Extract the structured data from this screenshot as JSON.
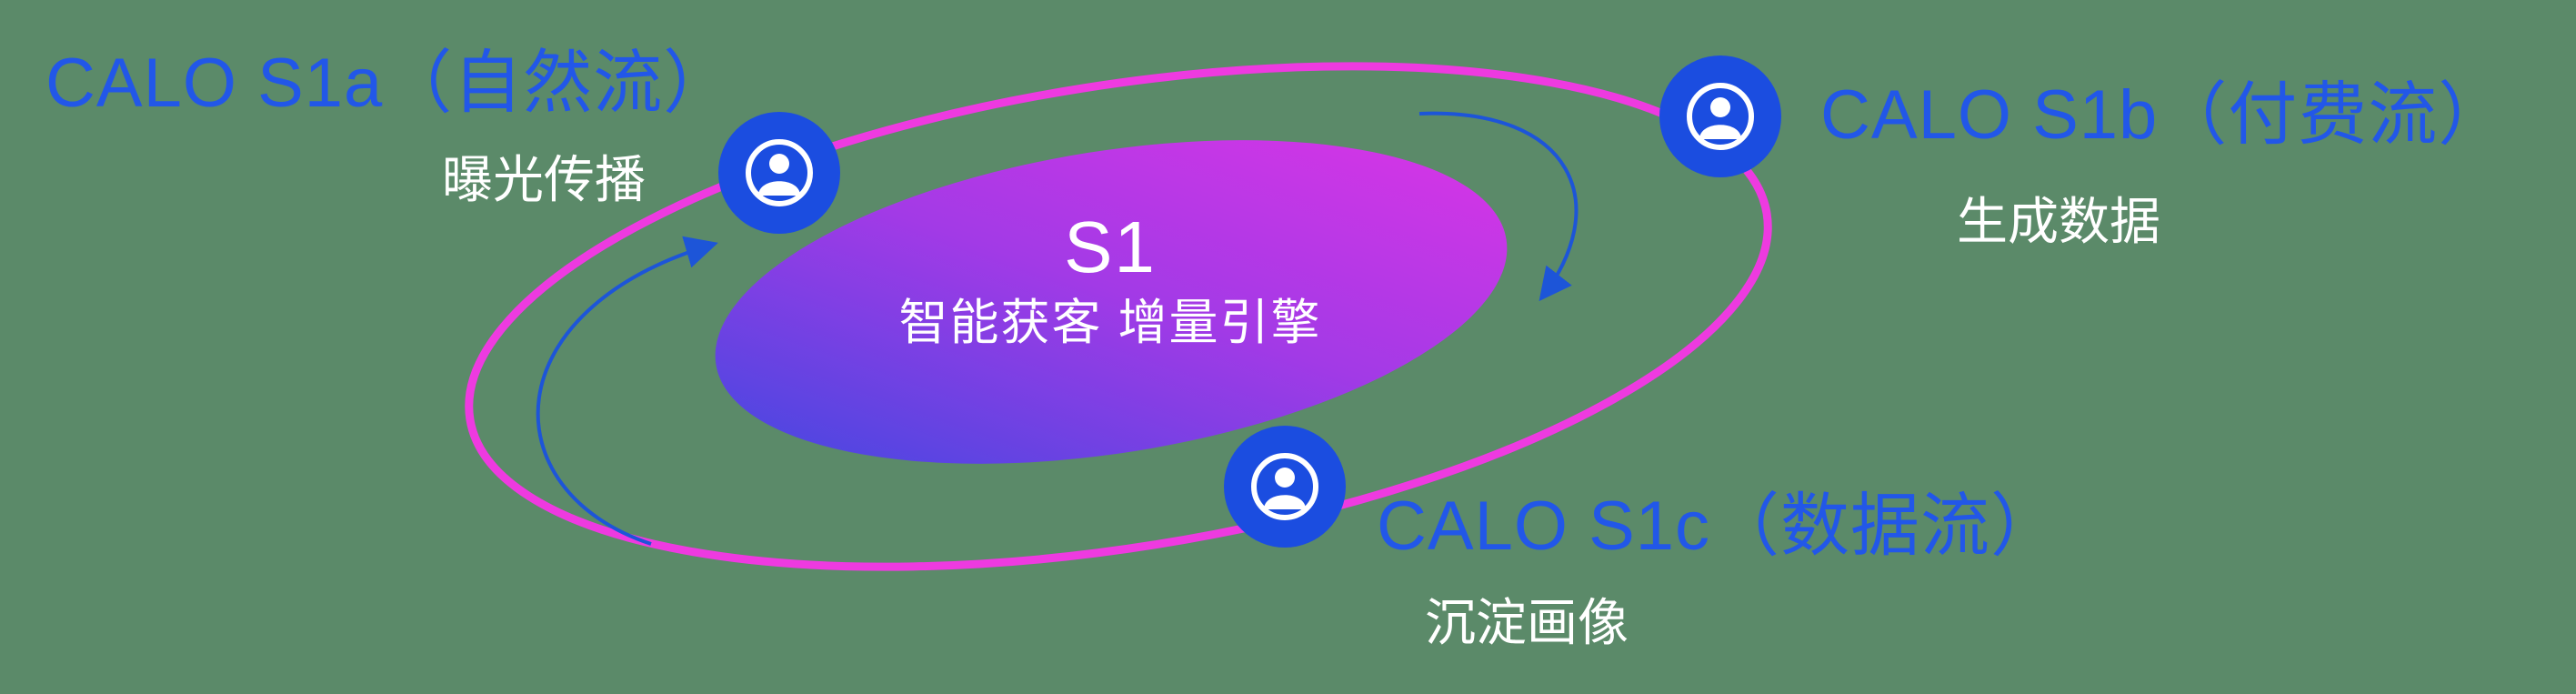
{
  "diagram": {
    "center": {
      "title": "S1",
      "subtitle": "智能获客  增量引擎"
    },
    "nodes": [
      {
        "title": "CALO S1a（自然流）",
        "subtitle": "曝光传播",
        "icon": "user-icon"
      },
      {
        "title": "CALO S1b（付费流）",
        "subtitle": "生成数据",
        "icon": "user-icon"
      },
      {
        "title": "CALO S1c（数据流）",
        "subtitle": "沉淀画像",
        "icon": "user-icon"
      }
    ],
    "colors": {
      "background": "#5b8a69",
      "label_blue": "#2257e8",
      "ring_magenta": "#ee3ae0",
      "node_blue": "#1b4de0",
      "arrow_blue": "#1d55d8",
      "core_gradient_start": "#4348e0",
      "core_gradient_end": "#da35e6",
      "text_white": "#ffffff"
    }
  }
}
